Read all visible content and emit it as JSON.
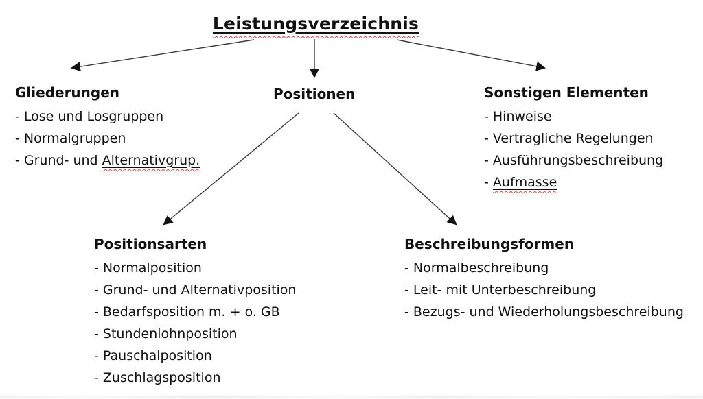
{
  "diagram": {
    "title": "Leistungsverzeichnis",
    "nodes": {
      "gliederungen": {
        "heading": "Gliederungen",
        "item1": "- Lose und Losgruppen",
        "item2": "- Normalgruppen",
        "item3_prefix": "- Grund- und ",
        "item3_underlined": "Alternativgrup."
      },
      "positionen": {
        "heading": "Positionen"
      },
      "sonstigen_elementen": {
        "heading": "Sonstigen Elementen",
        "item1": "- Hinweise",
        "item2": "- Vertragliche Regelungen",
        "item3": "- Ausführungsbeschreibung",
        "item4_prefix": "- ",
        "item4_underlined": "Aufmasse"
      },
      "positionsarten": {
        "heading": "Positionsarten",
        "item1": "- Normalposition",
        "item2": "- Grund- und Alternativposition",
        "item3": "- Bedarfsposition m. + o. GB",
        "item4": "- Stundenlohnposition",
        "item5": "- Pauschalposition",
        "item6": "- Zuschlagsposition"
      },
      "beschreibungsformen": {
        "heading": "Beschreibungsformen",
        "item1": "- Normalbeschreibung",
        "item2": "- Leit- mit Unterbeschreibung",
        "item3": "- Bezugs- und Wiederholungsbeschreibung"
      }
    },
    "edges": [
      {
        "from": "leistungsverzeichnis",
        "to": "gliederungen"
      },
      {
        "from": "leistungsverzeichnis",
        "to": "positionen"
      },
      {
        "from": "leistungsverzeichnis",
        "to": "sonstigen-elementen"
      },
      {
        "from": "positionen",
        "to": "positionsarten"
      },
      {
        "from": "positionen",
        "to": "beschreibungsformen"
      }
    ],
    "colors": {
      "text": "#111111",
      "background": "#ffffff",
      "spellcheck_squiggle": "#cc4a44",
      "arrow": "#3a3a3a"
    }
  }
}
